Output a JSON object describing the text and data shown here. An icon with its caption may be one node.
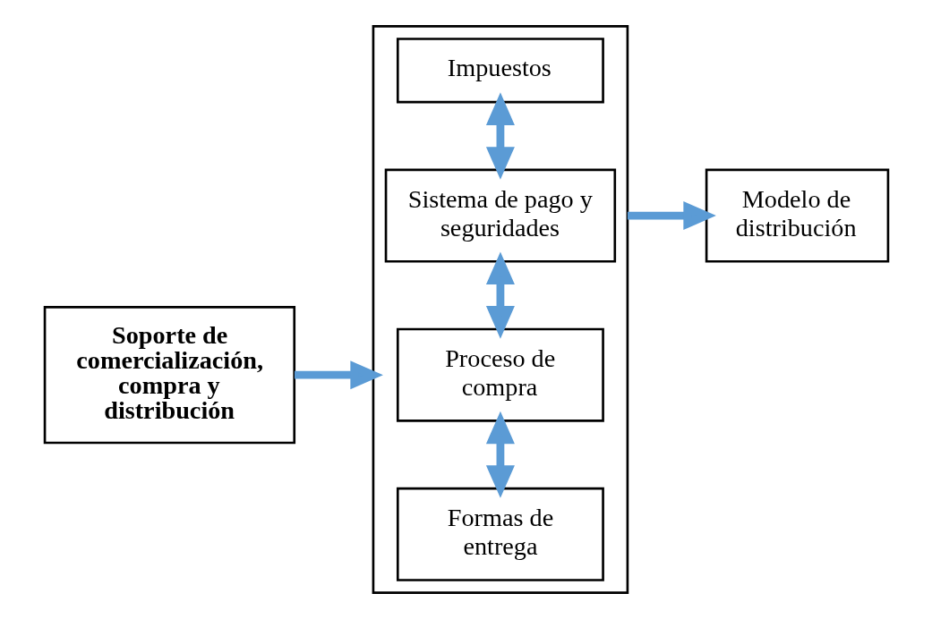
{
  "diagram": {
    "nodes": [
      {
        "text": [
          "Soporte de comercialización, compra y distribución"
        ]
      },
      {
        "text": [],
        "shape": "box"
      },
      {
        "text": [
          "Impuestos"
        ],
        "in": 1
      },
      {
        "text": [
          "Sistema de pago y seguridades"
        ],
        "in": 1
      },
      {
        "text": [
          "Proceso de compra"
        ],
        "in": 1
      },
      {
        "text": [
          "Formas de entrega"
        ],
        "in": 1
      },
      {
        "text": [
          "Modelo de distribución"
        ]
      }
    ],
    "edges": [
      {
        "from": 0,
        "to": 1,
        "arrow": "to"
      },
      {
        "from": 2,
        "to": 3,
        "arrow": "both"
      },
      {
        "from": 3,
        "to": 4,
        "arrow": "both"
      },
      {
        "from": 4,
        "to": 5,
        "arrow": "both"
      },
      {
        "from": 1,
        "to": 6,
        "arrow": "to"
      }
    ]
  }
}
